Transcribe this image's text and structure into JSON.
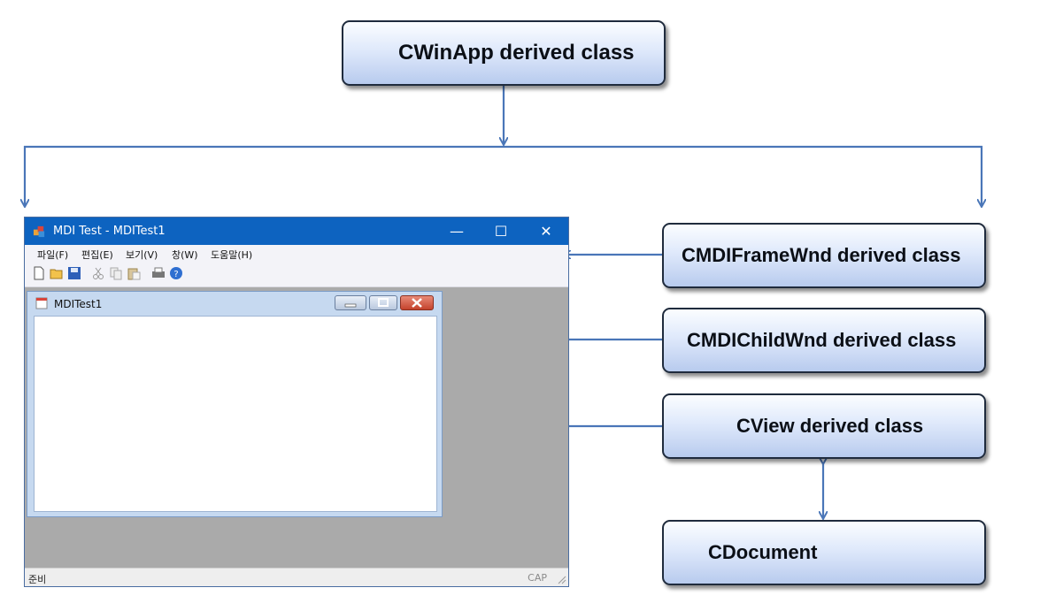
{
  "diagram": {
    "nodes": {
      "cwinapp": "CWinApp derived class",
      "cmdiframewnd": "CMDIFrameWnd derived class",
      "cmdichildwnd": "CMDIChildWnd derived class",
      "cview": "CView derived class",
      "cdocument": "CDocument"
    }
  },
  "mdi_window": {
    "title": "MDI Test - MDITest1",
    "controls": {
      "minimize": "—",
      "maximize": "☐",
      "close": "✕"
    },
    "menu": [
      "파일(F)",
      "편집(E)",
      "보기(V)",
      "창(W)",
      "도움말(H)"
    ],
    "toolbar_icons": [
      "new-icon",
      "open-icon",
      "save-icon",
      "cut-icon",
      "copy-icon",
      "paste-icon",
      "print-icon",
      "help-icon"
    ],
    "child": {
      "title": "MDITest1"
    },
    "status": {
      "ready": "준비",
      "cap": "CAP"
    }
  },
  "colors": {
    "arrow": "#4a76b8",
    "titlebar": "#0d63c0",
    "mdi_background": "#aaaaaa",
    "box_border": "#1f2b3d"
  }
}
